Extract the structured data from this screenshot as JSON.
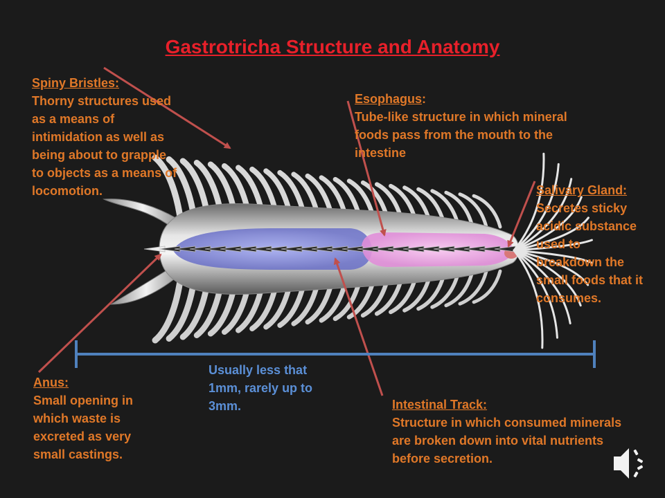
{
  "title": "Gastrotricha Structure and Anatomy",
  "colors": {
    "background": "#1b1b1b",
    "title": "#e8202a",
    "label": "#e07828",
    "arrow": "#c0504d",
    "scale_bar": "#4f81bd",
    "scale_text": "#5b8fd6"
  },
  "labels": {
    "spiny_bristles": {
      "heading": "Spiny Bristles:",
      "text": "Thorny structures used as a means of intimidation as well as being about to grapple to objects as a means of locomotion."
    },
    "esophagus": {
      "heading": "Esophagus",
      "colon": ":",
      "text": "Tube-like structure in which mineral foods pass from the mouth to the intestine"
    },
    "salivary_gland": {
      "heading": "Salivary Gland:",
      "text": "Secretes sticky acidic substance used to breakdown the small foods that it consumes."
    },
    "anus": {
      "heading": "Anus:",
      "text": "Small opening in which waste is excreted as very small castings."
    },
    "intestinal_track": {
      "heading": "Intestinal Track:",
      "text": "Structure in which consumed minerals are broken down into vital nutrients before secretion."
    }
  },
  "scale_text": "Usually less that 1mm, rarely up to 3mm.",
  "icons": {
    "speaker": "speaker-icon"
  }
}
